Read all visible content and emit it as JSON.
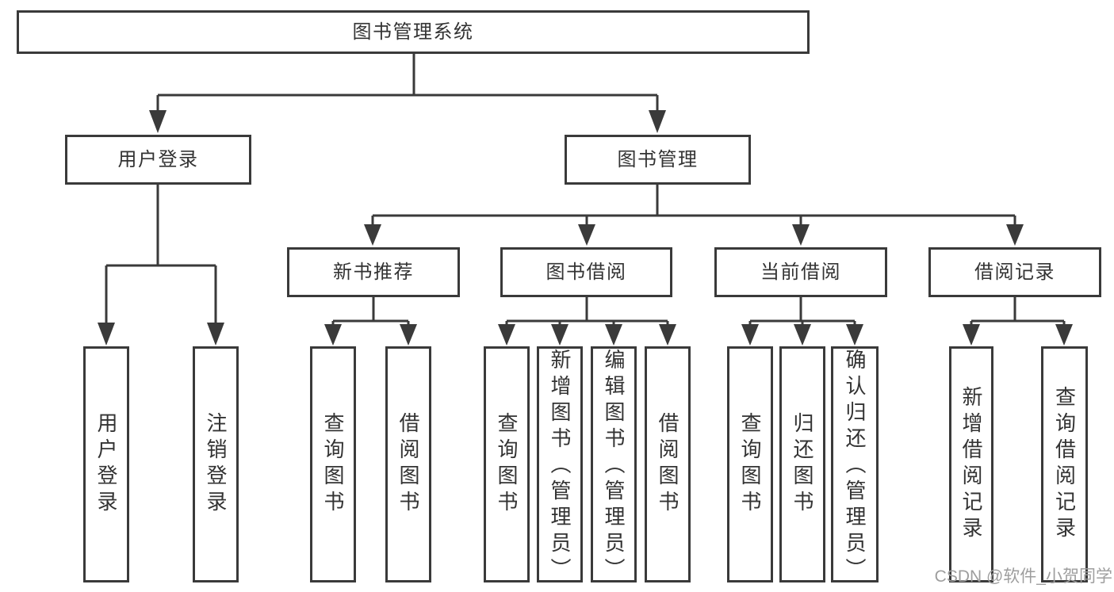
{
  "diagram": {
    "root": "图书管理系统",
    "branches": [
      {
        "label": "用户登录",
        "leaves": [
          "用户登录",
          "注销登录"
        ]
      },
      {
        "label": "图书管理",
        "groups": [
          {
            "label": "新书推荐",
            "leaves": [
              "查询图书",
              "借阅图书"
            ]
          },
          {
            "label": "图书借阅",
            "leaves": [
              "查询图书",
              "新增图书（管理员）",
              "编辑图书（管理员）",
              "借阅图书"
            ]
          },
          {
            "label": "当前借阅",
            "leaves": [
              "查询图书",
              "归还图书",
              "确认归还（管理员）"
            ]
          },
          {
            "label": "借阅记录",
            "leaves": [
              "新增借阅记录",
              "查询借阅记录"
            ]
          }
        ]
      }
    ]
  },
  "watermark": "CSDN @软件_小贺同学",
  "colors": {
    "line": "#3a3a3a",
    "text": "#333333",
    "watermark": "#9e9e9e",
    "background": "#ffffff"
  }
}
